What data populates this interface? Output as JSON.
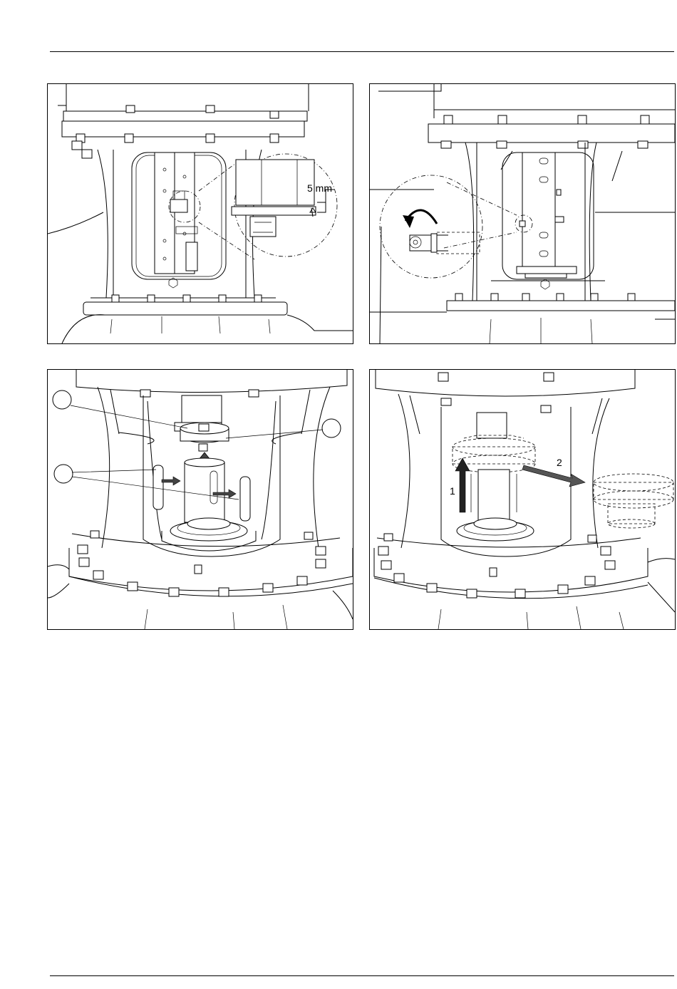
{
  "figures": {
    "fig1": {
      "dimension_label": "5 mm"
    },
    "fig4": {
      "step1_label": "1",
      "step2_label": "2"
    }
  }
}
